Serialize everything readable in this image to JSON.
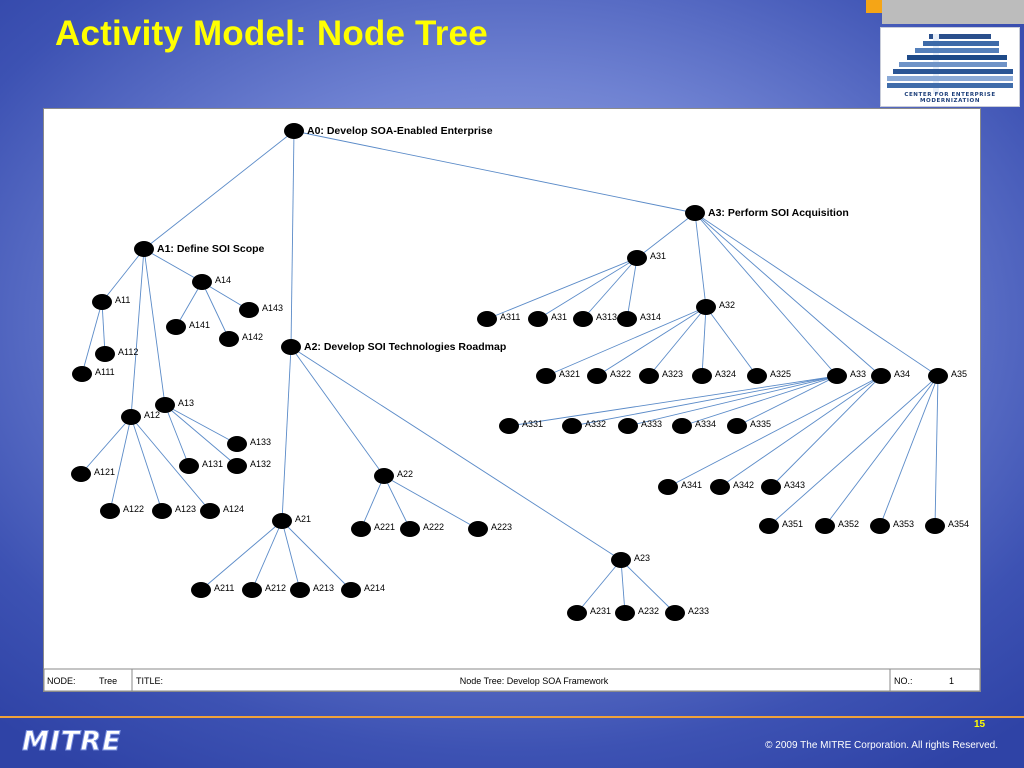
{
  "slide": {
    "title": "Activity Model: Node Tree",
    "logo_caption": "CENTER FOR ENTERPRISE MODERNIZATION",
    "page_number": "15",
    "copyright": "© 2009 The MITRE Corporation. All rights Reserved.",
    "brand": "MITRE"
  },
  "colors": {
    "title": "#ffff00",
    "background": "#4a5fc0",
    "footer_rule": "#f0a23a",
    "node_fill": "#000000",
    "edge": "#5b8bc8"
  },
  "frame": {
    "node_label": "NODE:",
    "node_value": "Tree",
    "title_label": "TITLE:",
    "title_value": "Node Tree: Develop SOA Framework",
    "number_label": "NO.:",
    "number_value": "1"
  },
  "nodes": [
    {
      "id": "A0",
      "label": "A0: Develop SOA-Enabled Enterprise",
      "bold": true
    },
    {
      "id": "A1",
      "label": "A1: Define SOI Scope",
      "bold": true
    },
    {
      "id": "A2",
      "label": "A2: Develop SOI Technologies Roadmap",
      "bold": true
    },
    {
      "id": "A3",
      "label": "A3: Perform SOI Acquisition",
      "bold": true
    },
    {
      "id": "A11",
      "label": "A11"
    },
    {
      "id": "A111",
      "label": "A111"
    },
    {
      "id": "A112",
      "label": "A112"
    },
    {
      "id": "A12",
      "label": "A12"
    },
    {
      "id": "A121",
      "label": "A121"
    },
    {
      "id": "A122",
      "label": "A122"
    },
    {
      "id": "A123",
      "label": "A123"
    },
    {
      "id": "A124",
      "label": "A124"
    },
    {
      "id": "A13",
      "label": "A13"
    },
    {
      "id": "A131",
      "label": "A131"
    },
    {
      "id": "A132",
      "label": "A132"
    },
    {
      "id": "A133",
      "label": "A133"
    },
    {
      "id": "A14",
      "label": "A14"
    },
    {
      "id": "A141",
      "label": "A141"
    },
    {
      "id": "A142",
      "label": "A142"
    },
    {
      "id": "A143",
      "label": "A143"
    },
    {
      "id": "A21",
      "label": "A21"
    },
    {
      "id": "A211",
      "label": "A211"
    },
    {
      "id": "A212",
      "label": "A212"
    },
    {
      "id": "A213",
      "label": "A213"
    },
    {
      "id": "A214",
      "label": "A214"
    },
    {
      "id": "A22",
      "label": "A22"
    },
    {
      "id": "A221",
      "label": "A221"
    },
    {
      "id": "A222",
      "label": "A222"
    },
    {
      "id": "A223",
      "label": "A223"
    },
    {
      "id": "A23",
      "label": "A23"
    },
    {
      "id": "A231",
      "label": "A231"
    },
    {
      "id": "A232",
      "label": "A232"
    },
    {
      "id": "A233",
      "label": "A233"
    },
    {
      "id": "A31",
      "label": "A31"
    },
    {
      "id": "A311",
      "label": "A311"
    },
    {
      "id": "A312",
      "label": "A31"
    },
    {
      "id": "A313",
      "label": "A313"
    },
    {
      "id": "A314",
      "label": "A314"
    },
    {
      "id": "A32",
      "label": "A32"
    },
    {
      "id": "A321",
      "label": "A321"
    },
    {
      "id": "A322",
      "label": "A322"
    },
    {
      "id": "A323",
      "label": "A323"
    },
    {
      "id": "A324",
      "label": "A324"
    },
    {
      "id": "A325",
      "label": "A325"
    },
    {
      "id": "A33",
      "label": "A33"
    },
    {
      "id": "A331",
      "label": "A331"
    },
    {
      "id": "A332",
      "label": "A332"
    },
    {
      "id": "A333",
      "label": "A333"
    },
    {
      "id": "A334",
      "label": "A334"
    },
    {
      "id": "A335",
      "label": "A335"
    },
    {
      "id": "A34",
      "label": "A34"
    },
    {
      "id": "A341",
      "label": "A341"
    },
    {
      "id": "A342",
      "label": "A342"
    },
    {
      "id": "A343",
      "label": "A343"
    },
    {
      "id": "A35",
      "label": "A35"
    },
    {
      "id": "A351",
      "label": "A351"
    },
    {
      "id": "A352",
      "label": "A352"
    },
    {
      "id": "A353",
      "label": "A353"
    },
    {
      "id": "A354",
      "label": "A354"
    }
  ],
  "edges": [
    [
      "A0",
      "A1"
    ],
    [
      "A0",
      "A2"
    ],
    [
      "A0",
      "A3"
    ],
    [
      "A1",
      "A11"
    ],
    [
      "A1",
      "A12"
    ],
    [
      "A1",
      "A13"
    ],
    [
      "A1",
      "A14"
    ],
    [
      "A11",
      "A111"
    ],
    [
      "A11",
      "A112"
    ],
    [
      "A12",
      "A121"
    ],
    [
      "A12",
      "A122"
    ],
    [
      "A12",
      "A123"
    ],
    [
      "A12",
      "A124"
    ],
    [
      "A13",
      "A131"
    ],
    [
      "A13",
      "A132"
    ],
    [
      "A13",
      "A133"
    ],
    [
      "A14",
      "A141"
    ],
    [
      "A14",
      "A142"
    ],
    [
      "A14",
      "A143"
    ],
    [
      "A2",
      "A21"
    ],
    [
      "A2",
      "A22"
    ],
    [
      "A2",
      "A23"
    ],
    [
      "A21",
      "A211"
    ],
    [
      "A21",
      "A212"
    ],
    [
      "A21",
      "A213"
    ],
    [
      "A21",
      "A214"
    ],
    [
      "A22",
      "A221"
    ],
    [
      "A22",
      "A222"
    ],
    [
      "A22",
      "A223"
    ],
    [
      "A23",
      "A231"
    ],
    [
      "A23",
      "A232"
    ],
    [
      "A23",
      "A233"
    ],
    [
      "A3",
      "A31"
    ],
    [
      "A3",
      "A32"
    ],
    [
      "A3",
      "A33"
    ],
    [
      "A3",
      "A34"
    ],
    [
      "A3",
      "A35"
    ],
    [
      "A31",
      "A311"
    ],
    [
      "A31",
      "A312"
    ],
    [
      "A31",
      "A313"
    ],
    [
      "A31",
      "A314"
    ],
    [
      "A32",
      "A321"
    ],
    [
      "A32",
      "A322"
    ],
    [
      "A32",
      "A323"
    ],
    [
      "A32",
      "A324"
    ],
    [
      "A32",
      "A325"
    ],
    [
      "A33",
      "A331"
    ],
    [
      "A33",
      "A332"
    ],
    [
      "A33",
      "A333"
    ],
    [
      "A33",
      "A334"
    ],
    [
      "A33",
      "A335"
    ],
    [
      "A34",
      "A341"
    ],
    [
      "A34",
      "A342"
    ],
    [
      "A34",
      "A343"
    ],
    [
      "A35",
      "A351"
    ],
    [
      "A35",
      "A352"
    ],
    [
      "A35",
      "A353"
    ],
    [
      "A35",
      "A354"
    ]
  ]
}
